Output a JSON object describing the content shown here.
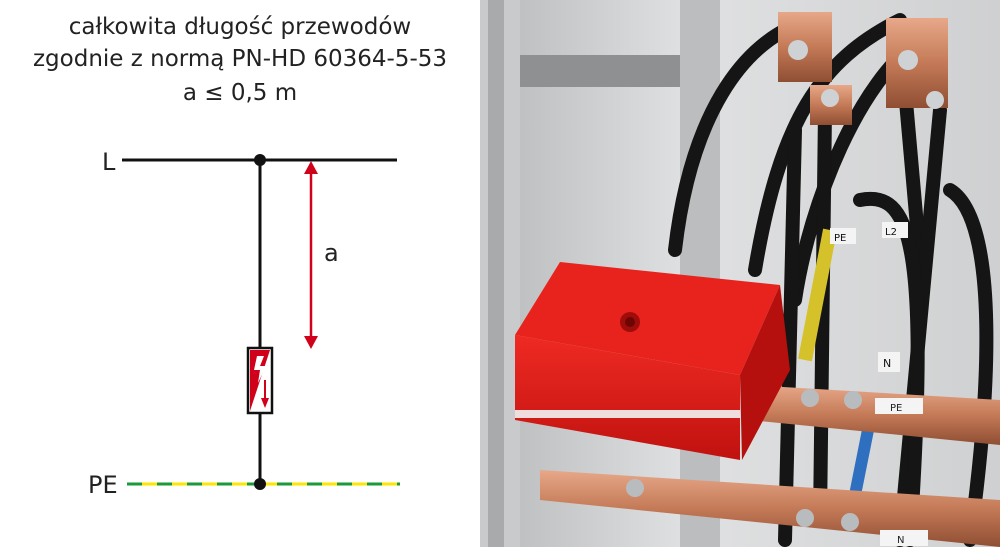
{
  "diagram": {
    "title_lines": [
      "całkowita długość przewodów",
      "zgodnie z normą PN-HD 60364-5-53",
      "a ≤ 0,5 m"
    ],
    "label_L": "L",
    "label_PE": "PE",
    "label_a": "a",
    "colors": {
      "line": "#111111",
      "arrow": "#d0021b",
      "pe_yellow": "#ffe600",
      "pe_green": "#1a9a3a"
    }
  },
  "photo": {
    "busbar_labels": [
      "PE",
      "N"
    ],
    "cable_labels": [
      "PE",
      "L2",
      "N"
    ]
  }
}
